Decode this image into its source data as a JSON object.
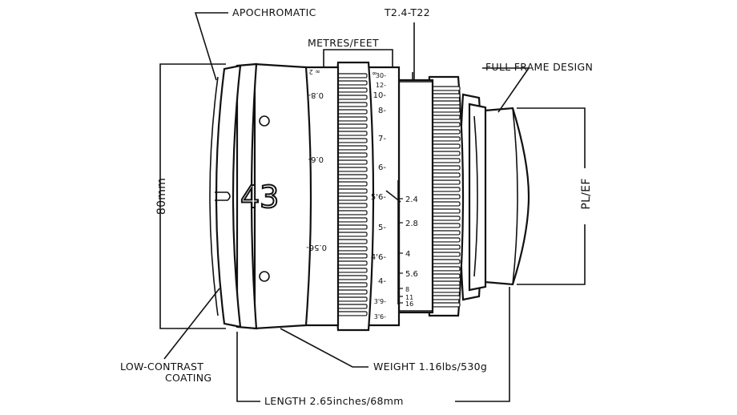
{
  "labels": {
    "apochromatic": "APOCHROMATIC",
    "t_range": "T2.4-T22",
    "metres_feet": "METRES/FEET",
    "full_frame": "FULL FRAME DESIGN",
    "mount": "PL/EF",
    "diameter": "80mm",
    "coating_line1": "LOW-CONTRAST",
    "coating_line2": "COATING",
    "weight": "WEIGHT 1.16lbs/530g",
    "length": "LENGTH 2.65inches/68mm",
    "focal_length": "43"
  },
  "focus_scale": {
    "feet": [
      "30-",
      "12-",
      "10-",
      "8-",
      "7-",
      "6-",
      "5'6-",
      "5-",
      "4'6-",
      "4-",
      "3'9-",
      "3'6-"
    ],
    "feet_top": "∞",
    "metres": [
      "0.8-",
      "0.6-",
      "0.56-"
    ],
    "metres_top": "∞ 2"
  },
  "aperture_scale": [
    "2.4",
    "2.8",
    "4",
    "5.6",
    "8",
    "11",
    "16"
  ]
}
